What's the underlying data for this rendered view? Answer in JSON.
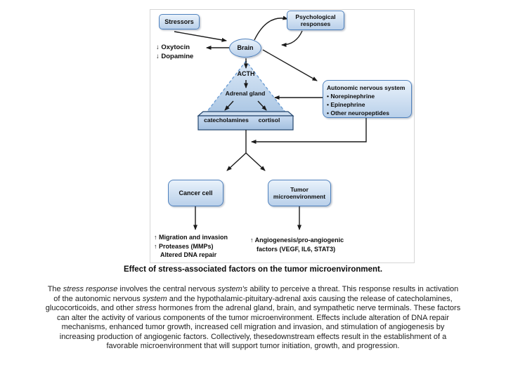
{
  "colors": {
    "box_border": "#4f81bd",
    "box_fill_top": "#e9f2fb",
    "box_fill_bottom": "#b9d0ea",
    "triangle_fill": "#c3d7ee",
    "triangle_stroke": "#6f9fd4",
    "pedestal_stroke": "#24466e",
    "arrow": "#1a1a1a",
    "panel_border": "#d6d6d6"
  },
  "diagram": {
    "stressors": "Stressors",
    "psychological_responses": "Psychological responses",
    "brain": "Brain",
    "oxytocin": "↓ Oxytocin",
    "dopamine": "↓ Dopamine",
    "acth": "ACTH",
    "adrenal_gland": "Adrenal gland",
    "catecholamines": "catecholamines",
    "cortisol": "cortisol",
    "autonomic": {
      "title": "Autonomic nervous system",
      "items": [
        "• Norepinephrine",
        "• Epinephrine",
        "• Other neuropeptides"
      ]
    },
    "cancer_cell": "Cancer cell",
    "tumor_microenvironment": "Tumor microenvironment",
    "left_outcomes": [
      "↑ Migration and invasion",
      "↑ Proteases (MMPs)",
      "Altered DNA repair"
    ],
    "right_outcomes": [
      "↑ Angiogenesis/pro-angiogenic",
      "factors (VEGF, IL6, STAT3)"
    ]
  },
  "caption": "Effect of stress-associated factors on the tumor microenvironment.",
  "paragraph": {
    "lines": [
      [
        {
          "t": "The "
        },
        {
          "t": "stress response",
          "i": true
        },
        {
          "t": " involves the central nervous "
        },
        {
          "t": "system's",
          "i": true
        },
        {
          "t": " ability to perceive a threat. This response results in activation"
        }
      ],
      [
        {
          "t": "of the autonomic nervous "
        },
        {
          "t": "system",
          "i": true
        },
        {
          "t": " and the hypothalamic-pituitary-adrenal axis causing the release of catecholamines,"
        }
      ],
      [
        {
          "t": "glucocorticoids, and other "
        },
        {
          "t": "stress",
          "i": true
        },
        {
          "t": " hormones from the adrenal gland, brain, and sympathetic nerve terminals. These factors"
        }
      ],
      [
        {
          "t": "can alter the activity of various components of the tumor microenvironment. Effects include alteration of DNA repair"
        }
      ],
      [
        {
          "t": "mechanisms, enhanced tumor growth, increased cell migration and invasion, and stimulation of angiogenesis by"
        }
      ],
      [
        {
          "t": "increasing production of angiogenic factors. Collectively, thesedownstream effects result in the establishment of a"
        }
      ],
      [
        {
          "t": "favorable microenvironment that will support tumor initiation, growth, and progression."
        }
      ]
    ]
  }
}
